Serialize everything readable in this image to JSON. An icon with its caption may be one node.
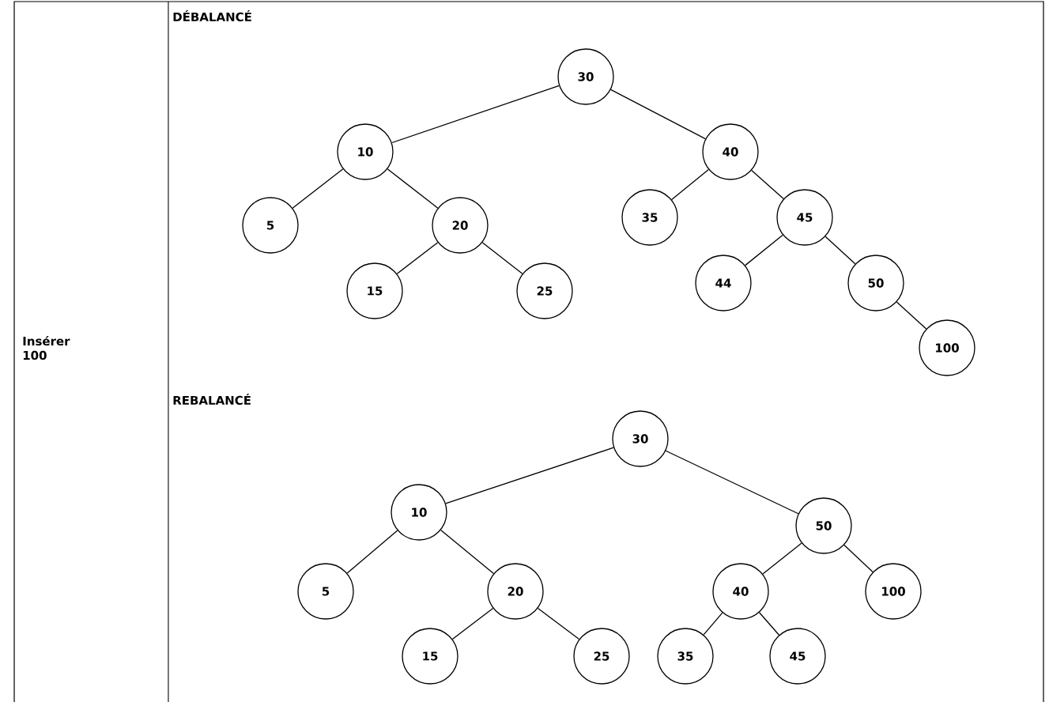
{
  "diagram": {
    "nodes": [
      {
        "text": [
          "30"
        ]
      },
      {
        "text": [
          "10"
        ]
      },
      {
        "text": [
          "40"
        ]
      },
      {
        "text": [
          "5"
        ]
      },
      {
        "text": [
          "20"
        ]
      },
      {
        "text": [
          "35"
        ]
      },
      {
        "text": [
          "45"
        ]
      },
      {
        "text": [
          "15"
        ]
      },
      {
        "text": [
          "25"
        ]
      },
      {
        "text": [
          "44"
        ]
      },
      {
        "text": [
          "50"
        ]
      },
      {
        "text": [
          "100"
        ]
      },
      {
        "text": [
          "30"
        ]
      },
      {
        "text": [
          "10"
        ]
      },
      {
        "text": [
          "50"
        ]
      },
      {
        "text": [
          "5"
        ]
      },
      {
        "text": [
          "20"
        ]
      },
      {
        "text": [
          "40"
        ]
      },
      {
        "text": [
          "100"
        ]
      },
      {
        "text": [
          "15"
        ]
      },
      {
        "text": [
          "25"
        ]
      },
      {
        "text": [
          "35"
        ]
      },
      {
        "text": [
          "45"
        ]
      }
    ],
    "edges": [
      {
        "from": 0,
        "to": 1,
        "arrow": "none"
      },
      {
        "from": 0,
        "to": 2,
        "arrow": "none"
      },
      {
        "from": 1,
        "to": 3,
        "arrow": "none"
      },
      {
        "from": 1,
        "to": 4,
        "arrow": "none"
      },
      {
        "from": 4,
        "to": 7,
        "arrow": "none"
      },
      {
        "from": 4,
        "to": 8,
        "arrow": "none"
      },
      {
        "from": 2,
        "to": 5,
        "arrow": "none"
      },
      {
        "from": 2,
        "to": 6,
        "arrow": "none"
      },
      {
        "from": 6,
        "to": 9,
        "arrow": "none"
      },
      {
        "from": 6,
        "to": 10,
        "arrow": "none"
      },
      {
        "from": 10,
        "to": 11,
        "arrow": "none"
      },
      {
        "from": 12,
        "to": 13,
        "arrow": "none"
      },
      {
        "from": 12,
        "to": 14,
        "arrow": "none"
      },
      {
        "from": 13,
        "to": 15,
        "arrow": "none"
      },
      {
        "from": 13,
        "to": 16,
        "arrow": "none"
      },
      {
        "from": 16,
        "to": 19,
        "arrow": "none"
      },
      {
        "from": 16,
        "to": 20,
        "arrow": "none"
      },
      {
        "from": 14,
        "to": 17,
        "arrow": "none"
      },
      {
        "from": 14,
        "to": 18,
        "arrow": "none"
      },
      {
        "from": 17,
        "to": 21,
        "arrow": "none"
      },
      {
        "from": 17,
        "to": 22,
        "arrow": "none"
      }
    ],
    "labels": [
      "Insérer 100",
      "DÉBALANCÉ",
      "REBALANCÉ"
    ]
  }
}
